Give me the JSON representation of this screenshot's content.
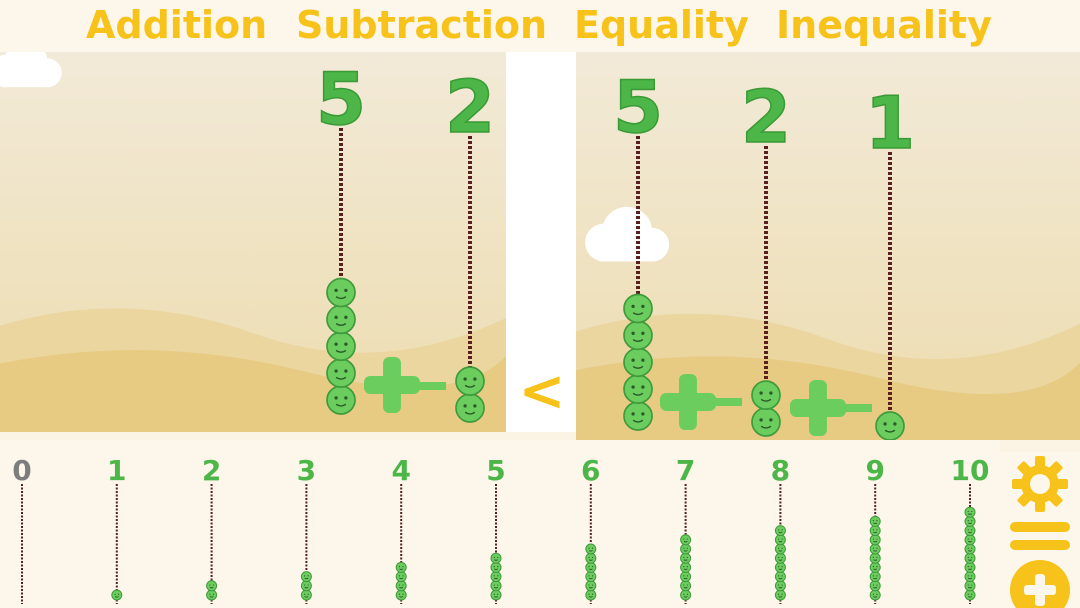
{
  "tabs": [
    {
      "label": "Addition"
    },
    {
      "label": "Subtraction"
    },
    {
      "label": "Equality"
    },
    {
      "label": "Inequality"
    }
  ],
  "left_expression": {
    "terms": [
      {
        "number": "5",
        "count": 5
      },
      {
        "number": "2",
        "count": 2
      }
    ],
    "operators": [
      "+"
    ]
  },
  "comparison_operator": "<",
  "right_expression": {
    "terms": [
      {
        "number": "5",
        "count": 5
      },
      {
        "number": "2",
        "count": 2
      },
      {
        "number": "1",
        "count": 1
      }
    ],
    "operators": [
      "+",
      "+"
    ]
  },
  "number_rack": [
    {
      "label": "0",
      "count": 0
    },
    {
      "label": "1",
      "count": 1
    },
    {
      "label": "2",
      "count": 2
    },
    {
      "label": "3",
      "count": 3
    },
    {
      "label": "4",
      "count": 4
    },
    {
      "label": "5",
      "count": 5
    },
    {
      "label": "6",
      "count": 6
    },
    {
      "label": "7",
      "count": 7
    },
    {
      "label": "8",
      "count": 8
    },
    {
      "label": "9",
      "count": 9
    },
    {
      "label": "10",
      "count": 10
    }
  ],
  "toolbar": {
    "settings_icon": "gear-icon",
    "equals_icon": "equals-icon",
    "add_icon": "plus-circle-icon"
  },
  "colors": {
    "tab_text": "#f7c21a",
    "number_green": "#4cb648",
    "bead_green": "#6ccd5f",
    "string": "#5a1f1f",
    "zero_gray": "#7d7d7d",
    "accent_yellow": "#f7c21a"
  }
}
